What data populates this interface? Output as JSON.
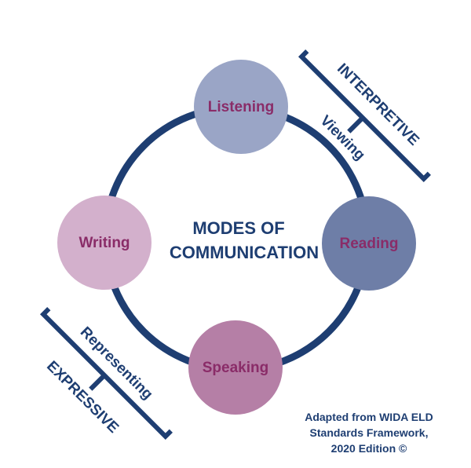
{
  "title": {
    "line1": "MODES OF",
    "line2": "COMMUNICATION"
  },
  "modes": {
    "listening": "Listening",
    "reading": "Reading",
    "speaking": "Speaking",
    "writing": "Writing"
  },
  "groups": {
    "interpretive": {
      "heading": "INTERPRETIVE",
      "sub": "Viewing"
    },
    "expressive": {
      "heading": "EXPRESSIVE",
      "sub": "Representing"
    }
  },
  "credit": {
    "line1": "Adapted from WIDA ELD",
    "line2": "Standards Framework,",
    "line3": "2020 Edition ©"
  },
  "colors": {
    "ring": "#1e3e72",
    "listening_fill": "#9aa5c6",
    "reading_fill": "#6e7ea7",
    "speaking_fill": "#b57fa6",
    "writing_fill": "#d3b0cc",
    "label_text": "#8a2c68",
    "title_text": "#1e3e72"
  }
}
